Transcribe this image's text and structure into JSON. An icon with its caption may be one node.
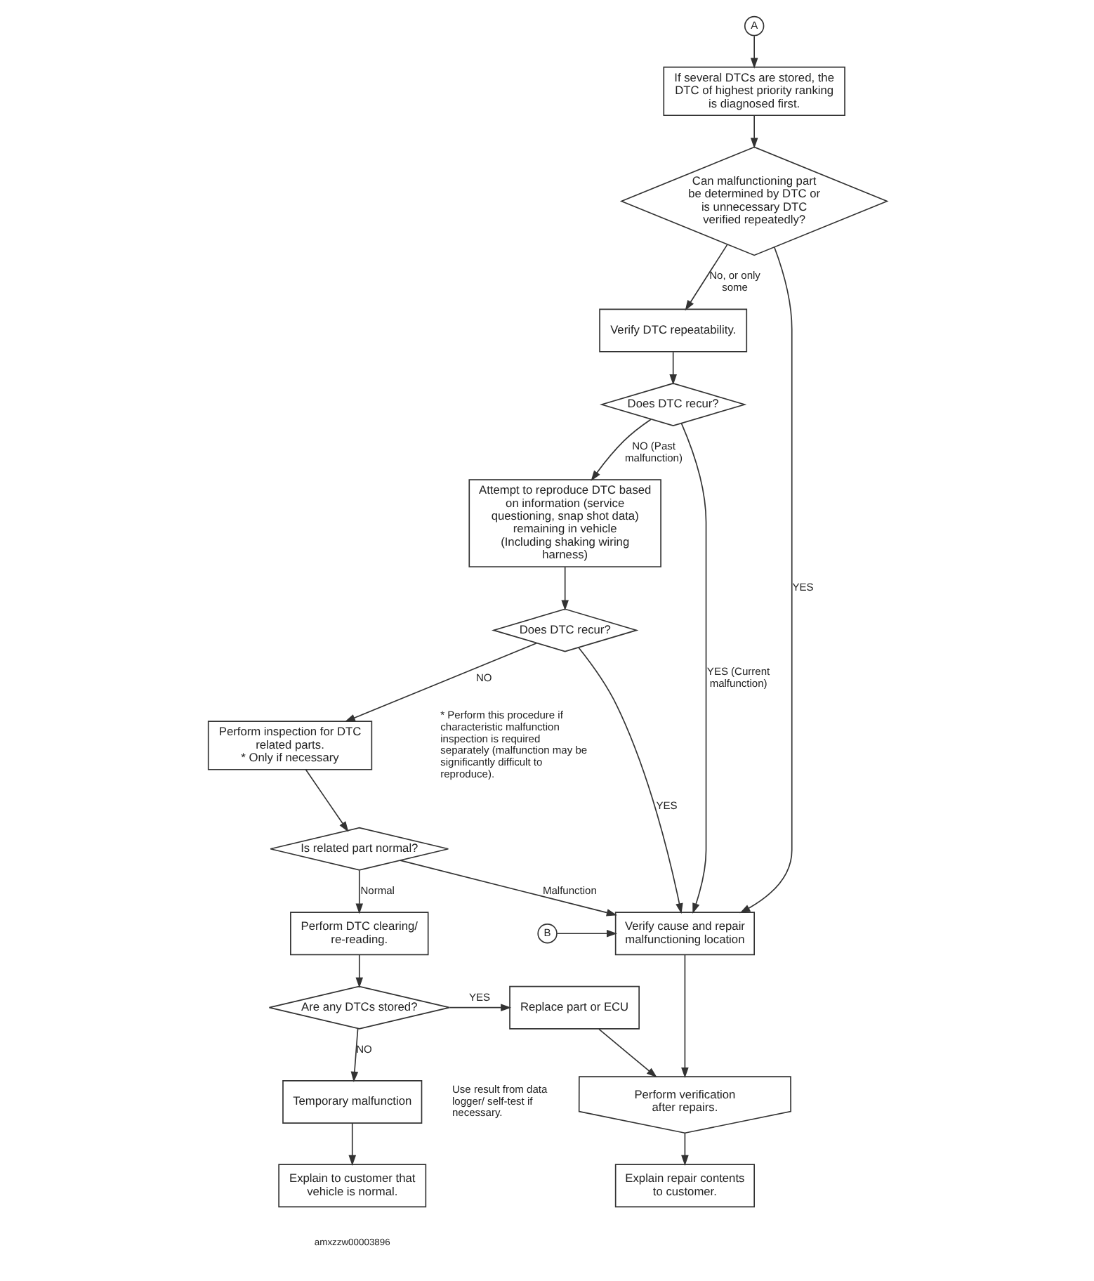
{
  "diagram": {
    "nodes": [
      {
        "text": [
          "A"
        ]
      },
      {
        "text": [
          "If several DTCs are stored, the DTC of highest priority ranking is diagnosed first."
        ]
      },
      {
        "text": [
          "Can malfunctioning part be determined by DTC or is unnecessary DTC verified repeatedly?"
        ]
      },
      {
        "text": [
          "Verify DTC repeatability."
        ]
      },
      {
        "text": [
          "Does DTC recur?"
        ]
      },
      {
        "text": [
          "Attempt to reproduce DTC based on information (service questioning, snap shot data) remaining in vehicle (Including shaking wiring harness)"
        ]
      },
      {
        "text": [
          "Does DTC recur?"
        ]
      },
      {
        "text": [
          "Perform inspection for DTC related parts.",
          "* Only if necessary"
        ]
      },
      {
        "text": [
          "Is related part normal?"
        ]
      },
      {
        "text": [
          "Verify cause and repair malfunctioning location"
        ]
      },
      {
        "text": [
          "B"
        ]
      },
      {
        "text": [
          "Perform DTC clearing/ re-reading."
        ]
      },
      {
        "text": [
          "Are any DTCs stored?"
        ]
      },
      {
        "text": [
          "Replace part or ECU"
        ]
      },
      {
        "text": [
          "Perform verification after repairs."
        ]
      },
      {
        "text": [
          "Explain repair contents to customer."
        ]
      },
      {
        "text": [
          "Temporary malfunction"
        ],
        "beside": [
          "Use result from data logger/ self-test if necessary."
        ]
      },
      {
        "text": [
          "Explain to customer that vehicle is normal."
        ]
      }
    ],
    "edges": [
      {
        "from": 0,
        "to": 1,
        "arrow": "to"
      },
      {
        "from": 1,
        "to": 2,
        "arrow": "to"
      },
      {
        "from": 2,
        "to": 3,
        "arrow": "to",
        "label": "No, or only some"
      },
      {
        "from": 3,
        "to": 4,
        "arrow": "to"
      },
      {
        "from": 4,
        "to": 9,
        "arrow": "to",
        "label": "YES (Current malfunction)"
      },
      {
        "from": 2,
        "to": 9,
        "arrow": "to",
        "label": "YES"
      },
      {
        "from": 4,
        "to": 5,
        "arrow": "to",
        "label": "NO (Past malfunction)"
      },
      {
        "from": 5,
        "to": 6,
        "arrow": "to"
      },
      {
        "from": 6,
        "to": 7,
        "arrow": "to",
        "label": "NO"
      },
      {
        "from": 6,
        "to": 9,
        "arrow": "to",
        "label": "YES"
      },
      {
        "from": 7,
        "to": 8,
        "arrow": "to"
      },
      {
        "from": 8,
        "to": 9,
        "arrow": "to",
        "label": "Malfunction"
      },
      {
        "from": 8,
        "to": 11,
        "arrow": "to",
        "label": "Normal"
      },
      {
        "from": 10,
        "to": 9,
        "arrow": "to"
      },
      {
        "from": 9,
        "to": 14,
        "arrow": "to"
      },
      {
        "from": 11,
        "to": 12,
        "arrow": "to"
      },
      {
        "from": 12,
        "to": 13,
        "arrow": "to",
        "label": "YES"
      },
      {
        "from": 13,
        "to": 14,
        "arrow": "to"
      },
      {
        "from": 12,
        "to": 16,
        "arrow": "to",
        "label": "NO"
      },
      {
        "from": 16,
        "to": 17,
        "arrow": "to"
      },
      {
        "from": 14,
        "to": 15,
        "arrow": "to"
      }
    ],
    "labels": [
      "* Perform this procedure if characteristic malfunction inspection is required separately (malfunction may be significantly difficult to reproduce).",
      "amxzzw00003896"
    ]
  }
}
